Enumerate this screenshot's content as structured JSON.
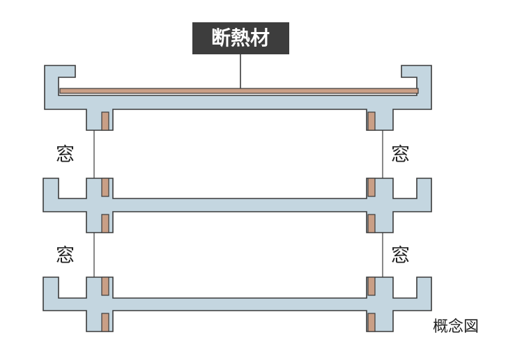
{
  "labels": {
    "insulation": "断熱材",
    "window_left_upper": "窓",
    "window_right_upper": "窓",
    "window_left_lower": "窓",
    "window_right_lower": "窓",
    "concept": "概念図"
  },
  "colors": {
    "slab": "#c4d6e0",
    "insulation": "#c99f86",
    "tag": "#3d3d3d",
    "outline": "#3a3a3a"
  }
}
